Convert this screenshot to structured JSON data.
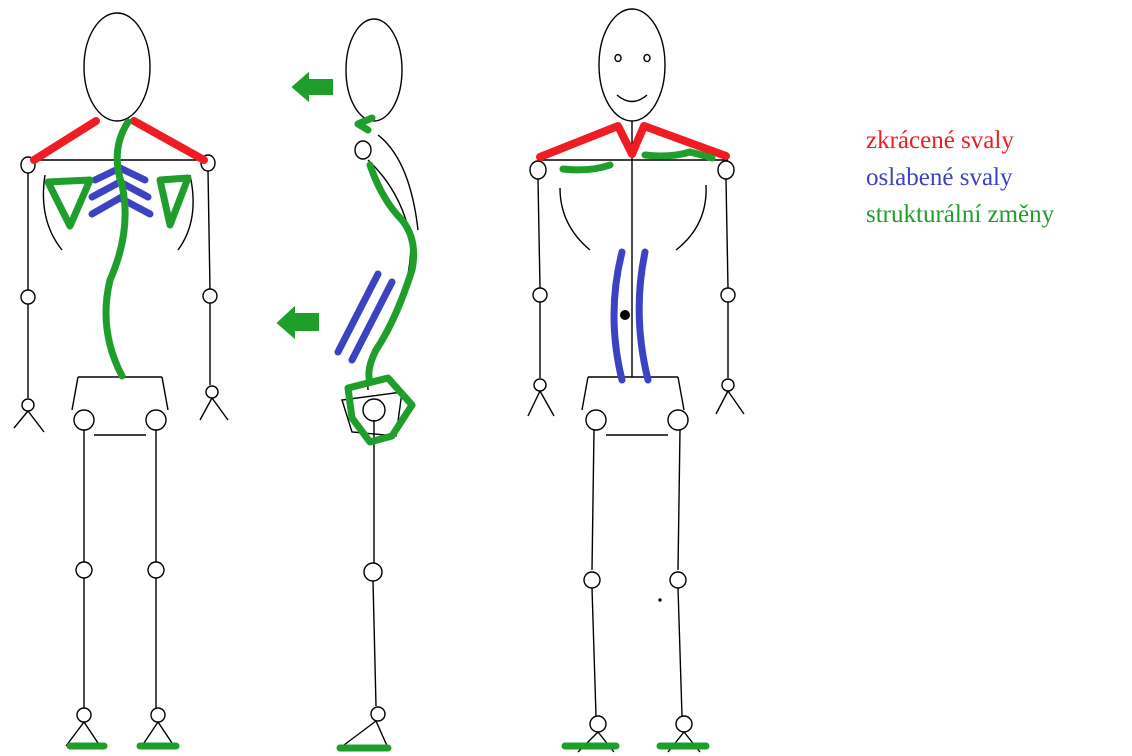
{
  "legend": [
    {
      "label": "zkrácené svaly",
      "color": "#ef1c24"
    },
    {
      "label": "oslabené svaly",
      "color": "#3c43c2"
    },
    {
      "label": "strukturální změny",
      "color": "#1f9e2c"
    }
  ],
  "figures": [
    {
      "view": "front",
      "icon": "skeleton-front-icon"
    },
    {
      "view": "side",
      "icon": "skeleton-side-icon"
    },
    {
      "view": "back",
      "icon": "skeleton-back-icon"
    }
  ],
  "colors": {
    "outline": "#000000",
    "shortened": "#ef1c24",
    "weakened": "#3c43c2",
    "structural": "#1f9e2c"
  }
}
